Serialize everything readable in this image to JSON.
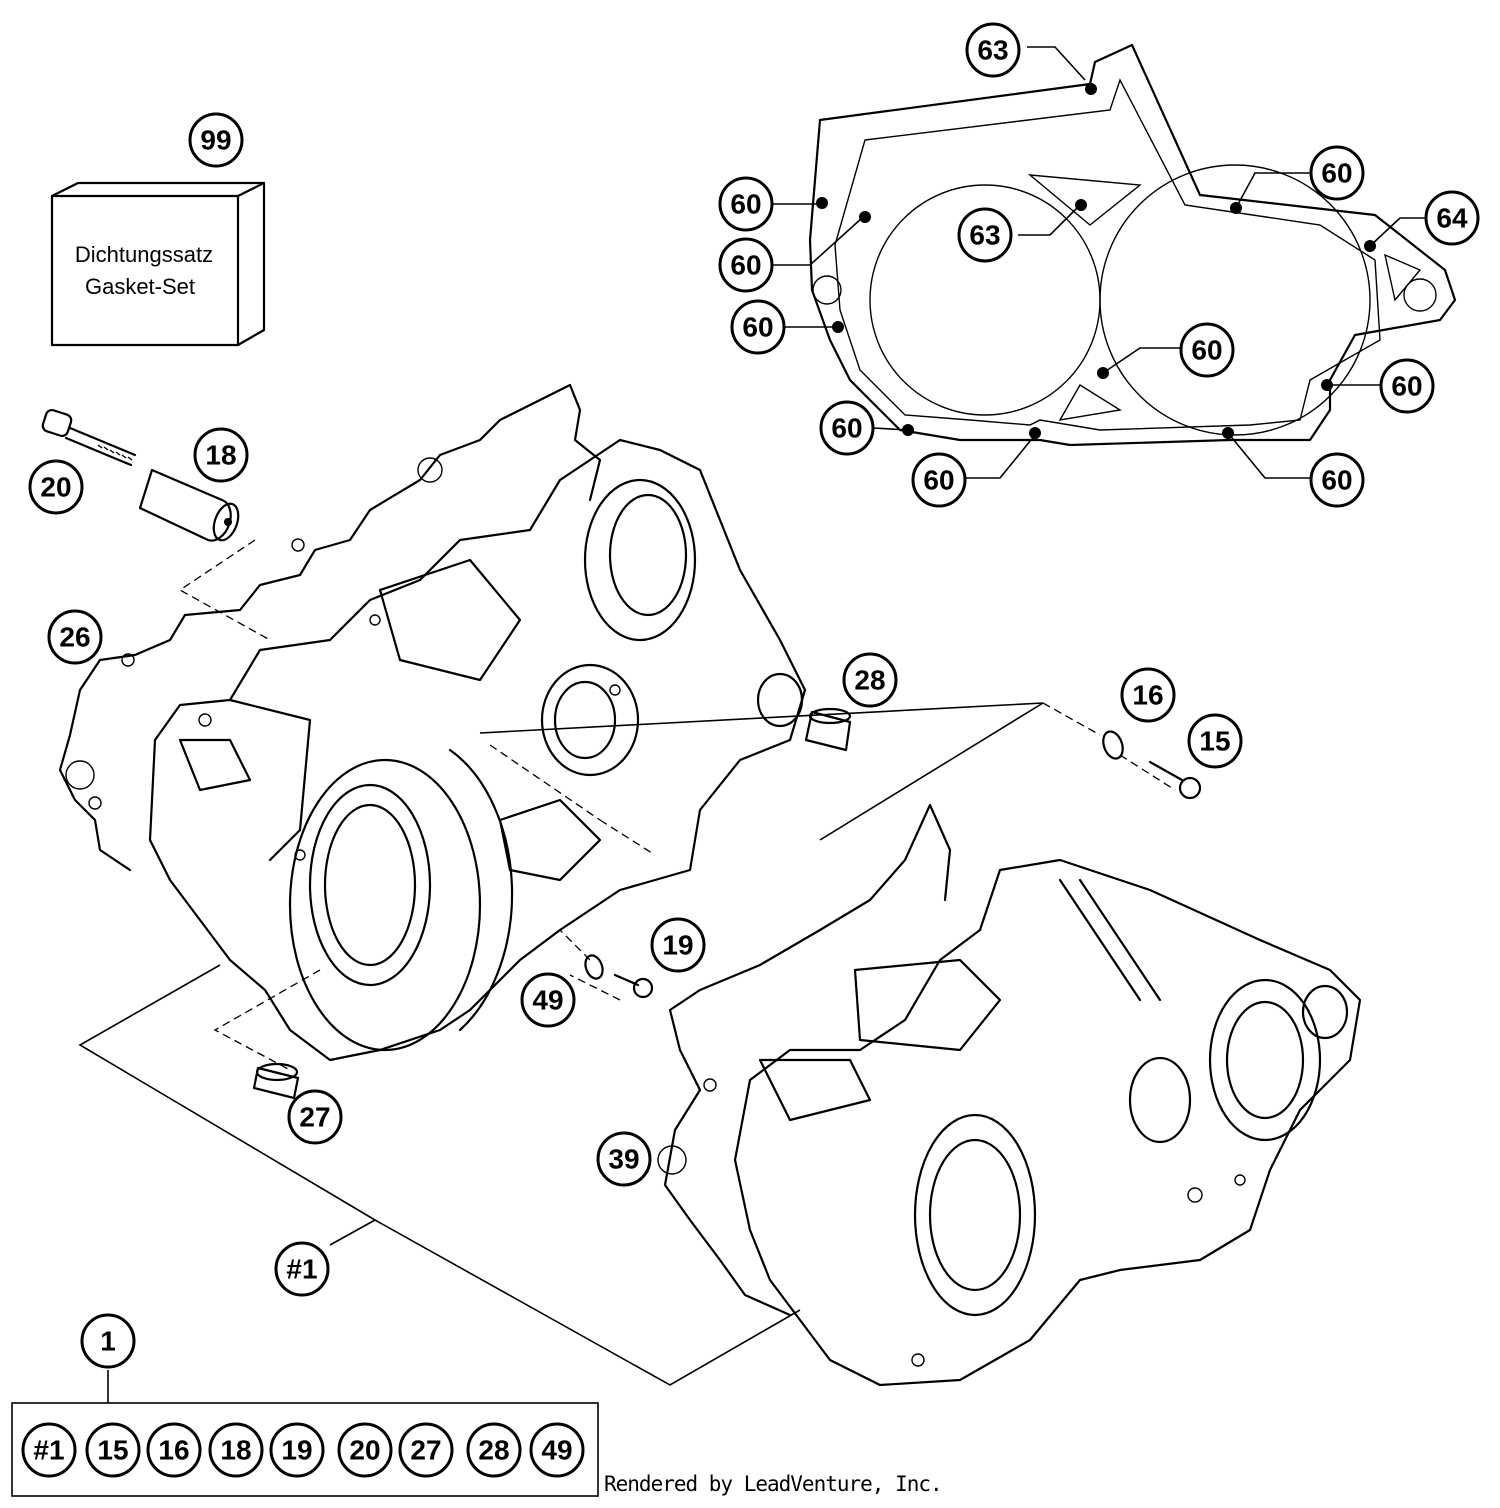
{
  "gasket_set": {
    "line1": "Dichtungssatz",
    "line2": "Gasket-Set"
  },
  "callouts": {
    "c99": "99",
    "c18": "18",
    "c20": "20",
    "c26": "26",
    "c28": "28",
    "c16": "16",
    "c15": "15",
    "c19": "19",
    "c49": "49",
    "c27": "27",
    "c39": "39",
    "c1_assembly": "#1",
    "c1_kit": "1",
    "c63_top": "63",
    "c63_mid": "63",
    "c64": "64",
    "c60_a": "60",
    "c60_b": "60",
    "c60_c": "60",
    "c60_d": "60",
    "c60_e": "60",
    "c60_f": "60",
    "c60_g": "60",
    "c60_h": "60",
    "c60_i": "60"
  },
  "kit_contents": [
    "#1",
    "15",
    "16",
    "18",
    "19",
    "20",
    "27",
    "28",
    "49"
  ],
  "footer": "Rendered by LeadVenture, Inc."
}
